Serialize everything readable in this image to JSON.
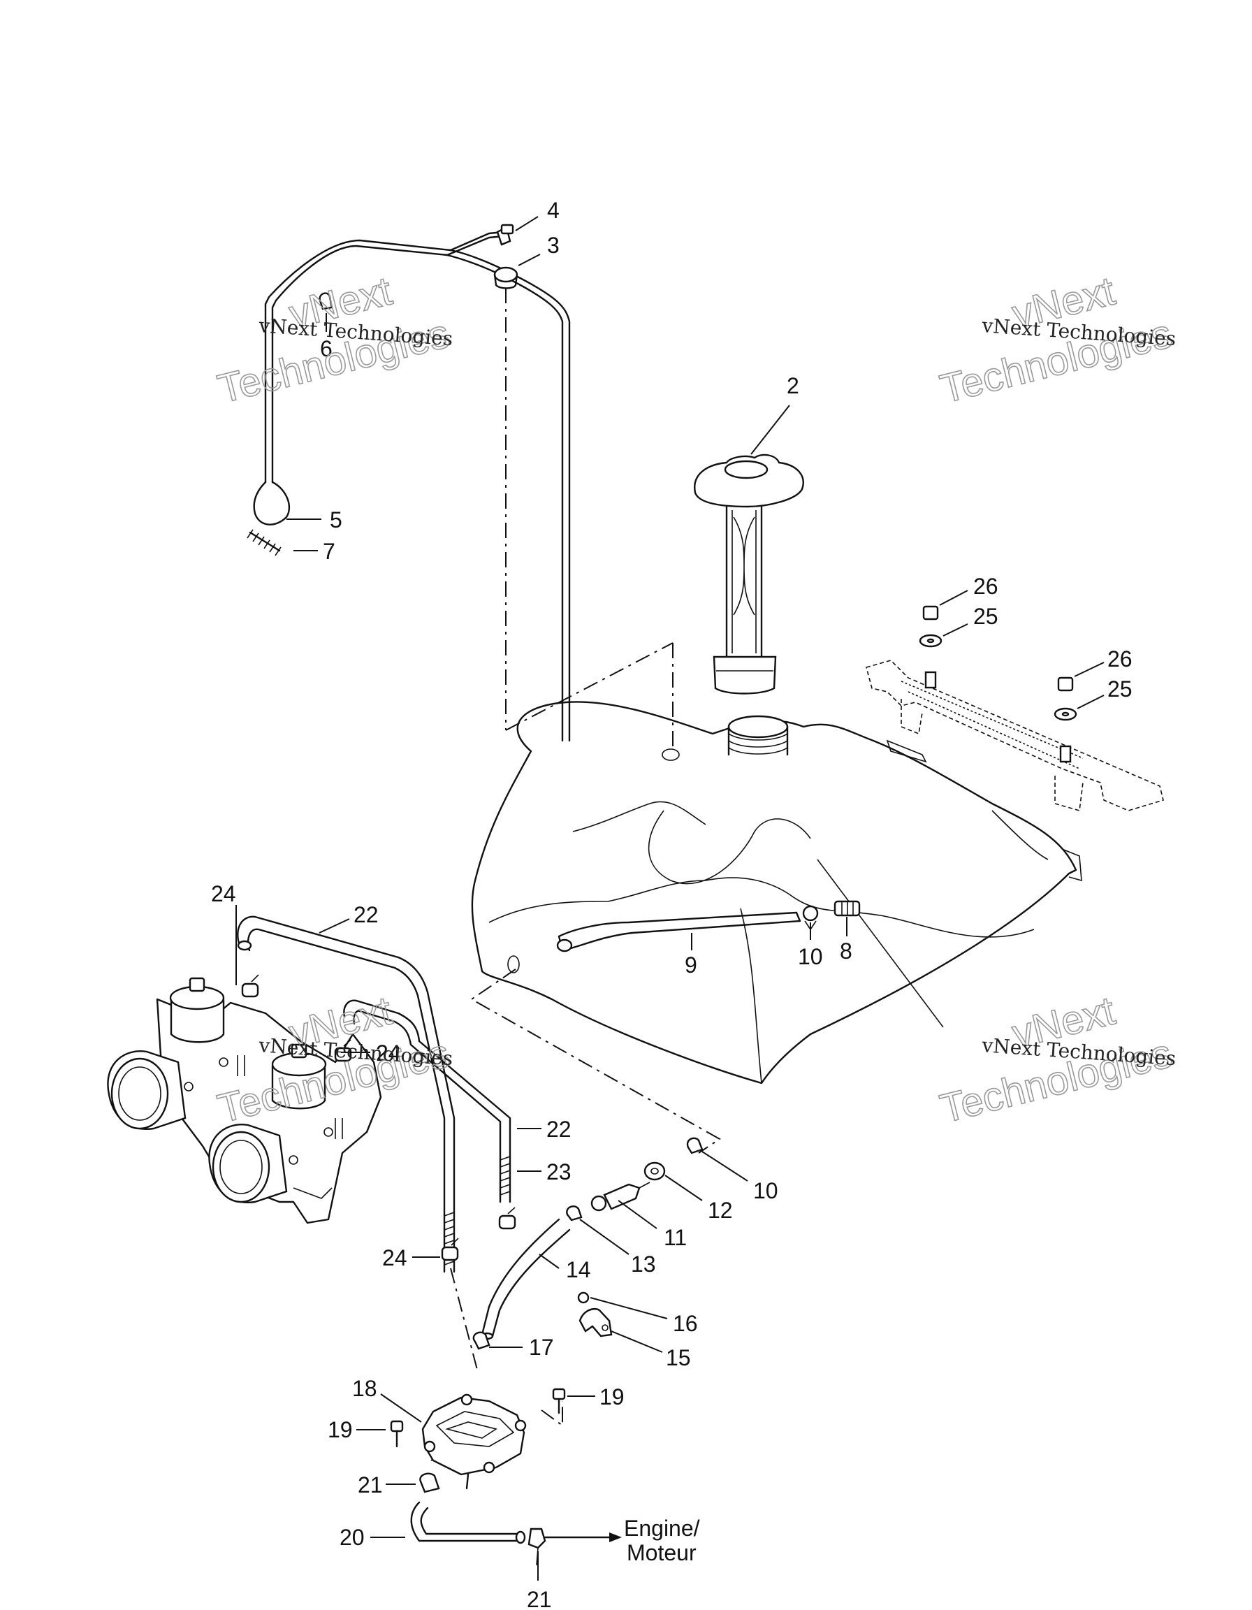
{
  "callouts": [
    {
      "id": "c4",
      "text": "4"
    },
    {
      "id": "c3",
      "text": "3"
    },
    {
      "id": "c6",
      "text": "6"
    },
    {
      "id": "c2",
      "text": "2"
    },
    {
      "id": "c5",
      "text": "5"
    },
    {
      "id": "c7",
      "text": "7"
    },
    {
      "id": "c26a",
      "text": "26"
    },
    {
      "id": "c25a",
      "text": "25"
    },
    {
      "id": "c26b",
      "text": "26"
    },
    {
      "id": "c25b",
      "text": "25"
    },
    {
      "id": "c24a",
      "text": "24"
    },
    {
      "id": "c22a",
      "text": "22"
    },
    {
      "id": "c9",
      "text": "9"
    },
    {
      "id": "c10a",
      "text": "10"
    },
    {
      "id": "c8",
      "text": "8"
    },
    {
      "id": "c24b",
      "text": "24"
    },
    {
      "id": "c22b",
      "text": "22"
    },
    {
      "id": "c23",
      "text": "23"
    },
    {
      "id": "c10b",
      "text": "10"
    },
    {
      "id": "c12",
      "text": "12"
    },
    {
      "id": "c11",
      "text": "11"
    },
    {
      "id": "c24c",
      "text": "24"
    },
    {
      "id": "c13",
      "text": "13"
    },
    {
      "id": "c14",
      "text": "14"
    },
    {
      "id": "c16",
      "text": "16"
    },
    {
      "id": "c17",
      "text": "17"
    },
    {
      "id": "c15",
      "text": "15"
    },
    {
      "id": "c18",
      "text": "18"
    },
    {
      "id": "c19a",
      "text": "19"
    },
    {
      "id": "c19b",
      "text": "19"
    },
    {
      "id": "c21a",
      "text": "21"
    },
    {
      "id": "c20",
      "text": "20"
    },
    {
      "id": "c21b",
      "text": "21"
    }
  ],
  "engine_label": {
    "line1": "Engine/",
    "line2": "Moteur"
  },
  "watermark": {
    "small": "vNext Technologies",
    "big1": "vNext",
    "big2": "Technologies"
  }
}
